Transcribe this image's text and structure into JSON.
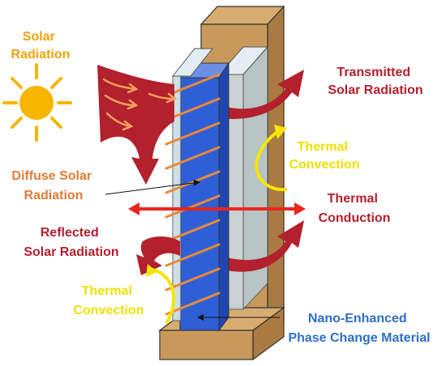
{
  "labels": {
    "solar_radiation": [
      "Solar",
      "Radiation"
    ],
    "transmitted": [
      "Transmitted",
      "Solar Radiation"
    ],
    "thermal_convection_right": [
      "Thermal",
      "Convection"
    ],
    "diffuse": [
      "Diffuse Solar",
      "Radiation"
    ],
    "thermal_conduction": [
      "Thermal",
      "Conduction"
    ],
    "reflected": [
      "Reflected",
      "Solar Radiation"
    ],
    "thermal_convection_left": [
      "Thermal",
      "Convection"
    ],
    "pcm": [
      "Nano-Enhanced",
      "Phase Change Material"
    ]
  },
  "colors": {
    "sun": "#F7B500",
    "sun_rays": "#F7B500",
    "solar_text": "#F0A30A",
    "dark_red": "#B3202E",
    "orange_text": "#E07B39",
    "yellow": "#F5E600",
    "conduction_red": "#E8261F",
    "pcm_blue": "#2F5FD6",
    "pcm_text": "#2E6FC7",
    "wood": "#C9995C",
    "glass": "#C9DDE6"
  }
}
